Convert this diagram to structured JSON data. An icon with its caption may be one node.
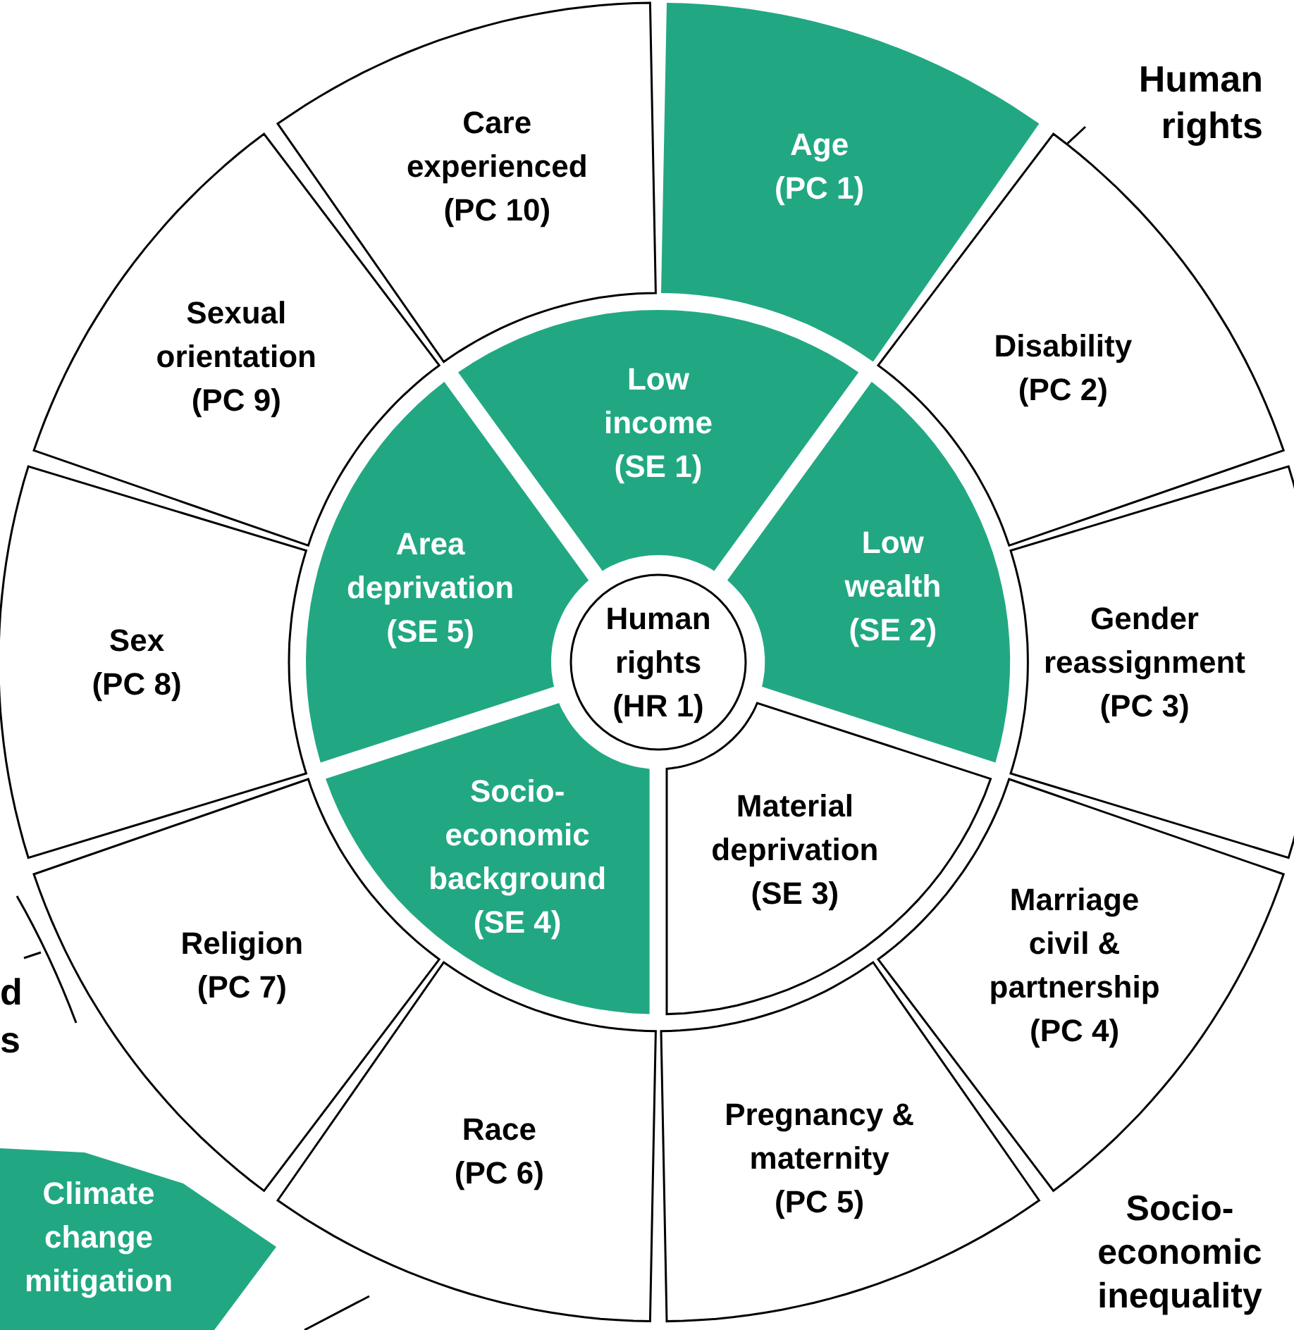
{
  "diagram": {
    "nodes": [
      {
        "text": [
          "Human rights (HR 1)"
        ]
      },
      {
        "text": [
          "Low income (SE 1)"
        ]
      },
      {
        "text": [
          "Low wealth (SE 2)"
        ]
      },
      {
        "text": [
          "Material deprivation (SE 3)"
        ]
      },
      {
        "text": [
          "Socio-economic background (SE 4)"
        ]
      },
      {
        "text": [
          "Area deprivation (SE 5)"
        ]
      },
      {
        "text": [
          "Age (PC 1)"
        ]
      },
      {
        "text": [
          "Disability (PC 2)"
        ]
      },
      {
        "text": [
          "Gender reassignment (PC 3)"
        ]
      },
      {
        "text": [
          "Marriage civil & partnership (PC 4)"
        ]
      },
      {
        "text": [
          "Pregnancy & maternity (PC 5)"
        ]
      },
      {
        "text": [
          "Race (PC 6)"
        ]
      },
      {
        "text": [
          "Religion (PC 7)"
        ]
      },
      {
        "text": [
          "Sex (PC 8)"
        ]
      },
      {
        "text": [
          "Sexual orientation (PC 9)"
        ]
      },
      {
        "text": [
          "Care experienced (PC 10)"
        ]
      },
      {
        "text": [
          "Climate change mitigation"
        ]
      }
    ],
    "edges": [],
    "labels": [
      "Human rights",
      "d",
      "s",
      "Socio-economic inequality"
    ]
  }
}
